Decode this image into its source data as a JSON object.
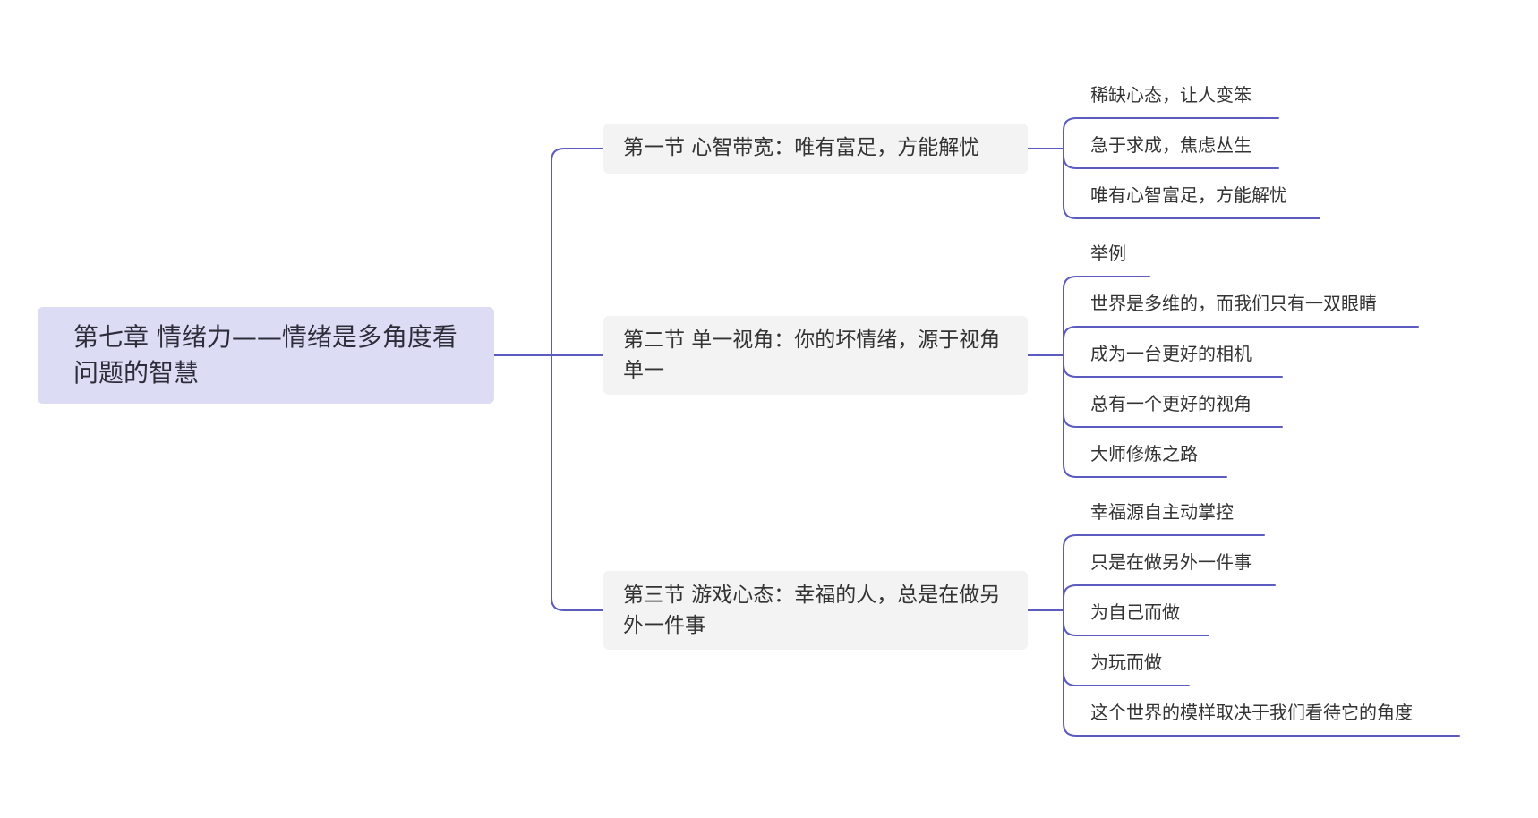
{
  "root": {
    "label": "第七章 情绪力——情绪是多角度看问题的智慧"
  },
  "colors": {
    "line": "#5b5bc0",
    "root_fill": "#dcdcf5",
    "section_fill": "#f3f3f4"
  },
  "sections": [
    {
      "label": "第一节    心智带宽：唯有富足，方能解忧",
      "children": [
        "稀缺心态，让人变笨",
        "急于求成，焦虑丛生",
        "唯有心智富足，方能解忧"
      ]
    },
    {
      "label": "第二节    单一视角：你的坏情绪，源于视角单一",
      "children": [
        "举例",
        "世界是多维的，而我们只有一双眼睛",
        "成为一台更好的相机",
        "总有一个更好的视角",
        "大师修炼之路"
      ]
    },
    {
      "label": "第三节    游戏心态：幸福的人，总是在做另外一件事",
      "children": [
        "幸福源自主动掌控",
        "只是在做另外一件事",
        "为自己而做",
        "为玩而做",
        "这个世界的模样取决于我们看待它的角度"
      ]
    }
  ]
}
